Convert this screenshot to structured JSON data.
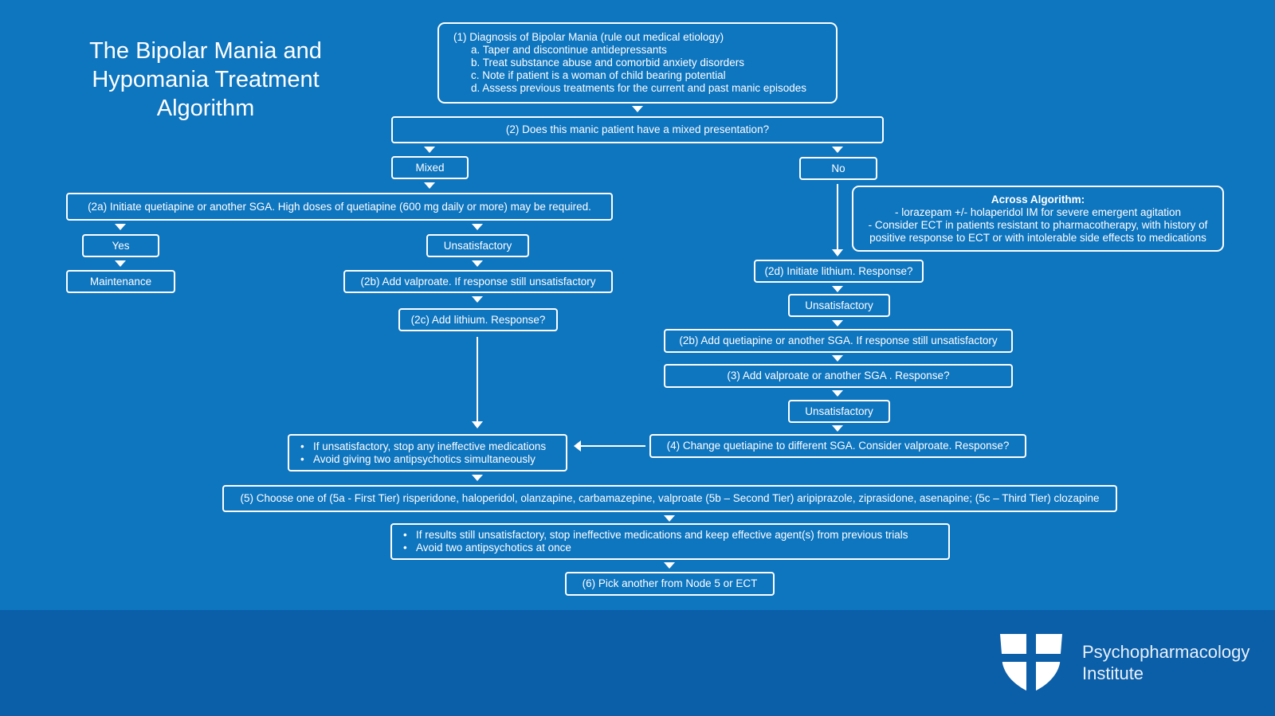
{
  "title": "The Bipolar Mania and Hypomania Treatment Algorithm",
  "nodes": {
    "n1": {
      "heading": "(1) Diagnosis of Bipolar Mania (rule out medical etiology)",
      "items": [
        "a. Taper and discontinue antidepressants",
        "b. Treat substance abuse and comorbid anxiety disorders",
        "c. Note if patient is a woman of child bearing potential",
        "d. Assess previous treatments for the current and past manic episodes"
      ]
    },
    "n2": "(2) Does this manic patient have a mixed presentation?",
    "mixed": "Mixed",
    "no": "No",
    "n2a": "(2a) Initiate quetiapine or another SGA. High doses of quetiapine (600 mg daily or more) may be required.",
    "yes": "Yes",
    "maintenance": "Maintenance",
    "unsat_left": "Unsatisfactory",
    "n2b_left": "(2b) Add valproate. If response still unsatisfactory",
    "n2c": "(2c) Add lithium. Response?",
    "across": {
      "heading": "Across Algorithm:",
      "lines": [
        "- lorazepam +/- holaperidol IM for severe emergent agitation",
        "- Consider ECT in patients resistant to pharmacotherapy, with history of",
        "positive response to ECT or with intolerable side effects to medications"
      ]
    },
    "n2d": "(2d) Initiate lithium. Response?",
    "unsat_r1": "Unsatisfactory",
    "n2b_right": "(2b) Add quetiapine or another SGA. If response still unsatisfactory",
    "n3": "(3) Add valproate or another SGA . Response?",
    "unsat_r2": "Unsatisfactory",
    "n4": "(4) Change quetiapine to different SGA. Consider valproate. Response?",
    "stop_box": [
      "If unsatisfactory, stop any ineffective medications",
      "Avoid giving two antipsychotics simultaneously"
    ],
    "n5": "(5) Choose one of (5a - First Tier) risperidone, haloperidol, olanzapine, carbamazepine, valproate (5b – Second Tier) aripiprazole, ziprasidone, asenapine; (5c – Third Tier) clozapine",
    "results_box": [
      "If results still unsatisfactory, stop ineffective medications and keep effective agent(s) from previous trials",
      "Avoid two antipsychotics at once"
    ],
    "n6": "(6) Pick another from Node 5 or ECT"
  },
  "brand": {
    "line1": "Psychopharmacology",
    "line2": "Institute",
    "logo_icon": "shield-cross-icon"
  },
  "colors": {
    "background_top": "#0e75bf",
    "background_bottom": "#0b5ea8",
    "box_border": "#ffffff",
    "text": "#ffffff"
  }
}
